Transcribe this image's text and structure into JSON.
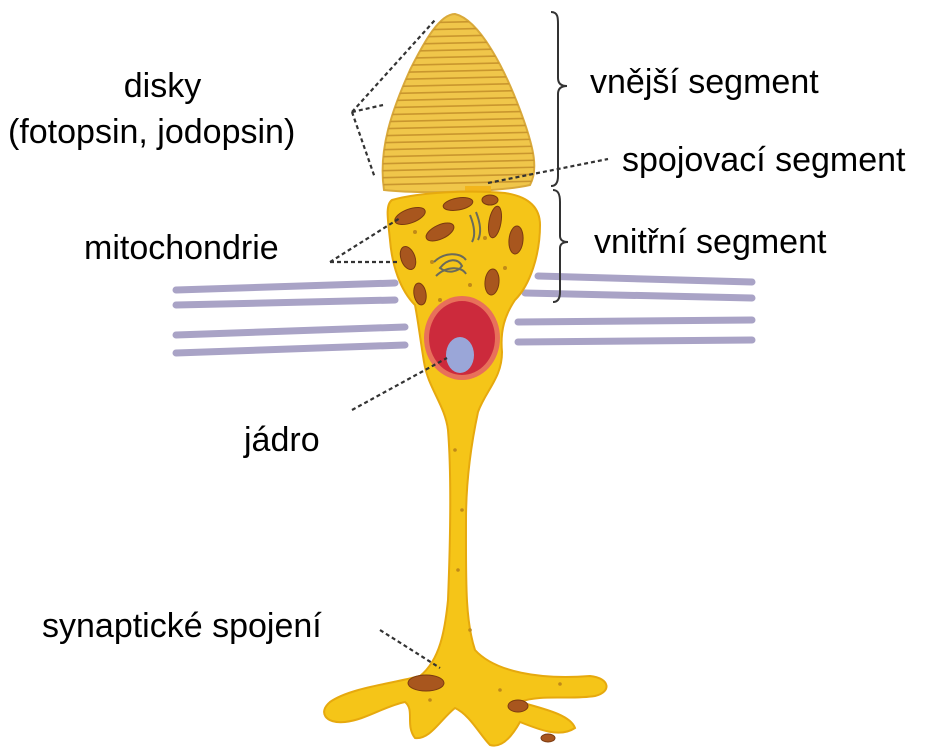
{
  "labels": {
    "disks_line1": "disky",
    "disks_line2": "(fotopsin, jodopsin)",
    "outer_segment": "vnější segment",
    "connecting_segment": "spojovací segment",
    "mitochondria": "mitochondrie",
    "inner_segment": "vnitřní segment",
    "nucleus": "jádro",
    "synaptic_junction": "synaptické spojení"
  },
  "colors": {
    "cell_body": "#f5c518",
    "cell_outline": "#e0a800",
    "outer_segment": "#f0c64a",
    "disk_stripes": "#d9a93a",
    "mitochondria": "#a8561e",
    "nucleus_membrane": "#e8705a",
    "nucleus": "#cc2a3c",
    "nucleolus": "#9aa6d8",
    "membrane_lines": "#a9a3c6",
    "leader_lines": "#333333"
  }
}
